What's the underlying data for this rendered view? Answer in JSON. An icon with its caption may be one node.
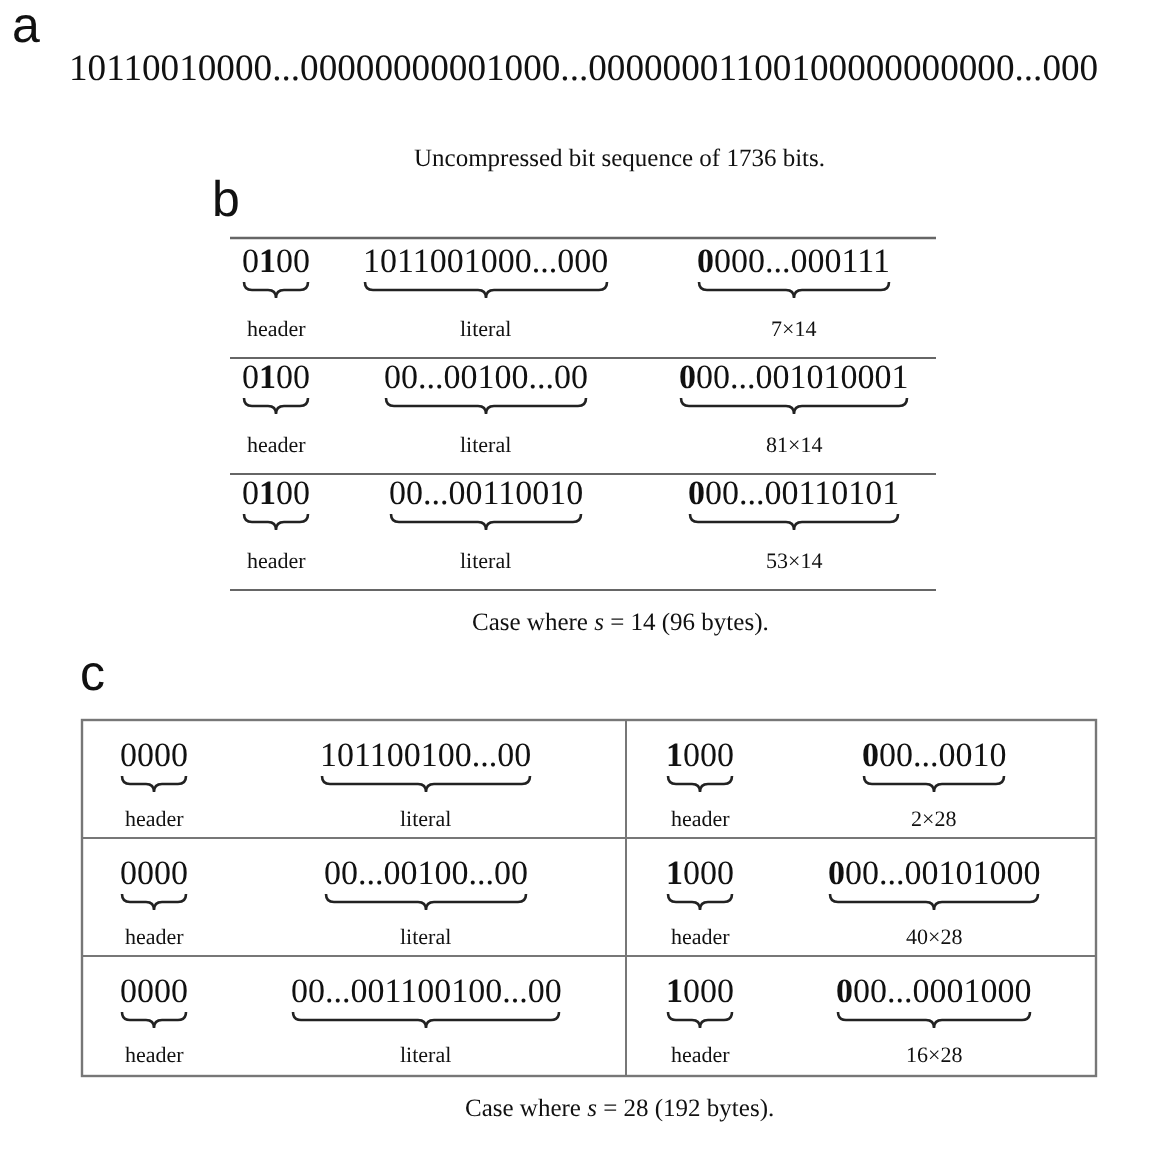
{
  "diagram": {
    "labels": [
      "a",
      "10110010000...00000000001000...00000001100100000000000...000",
      "Uncompressed bit sequence of 1736 bits.",
      "b",
      "0**1**00",
      "1011001000...000",
      "**0**000...000111",
      "header",
      "literal",
      "7×14",
      "0**1**00",
      "00...00100...00",
      "**0**00...001010001",
      "header",
      "literal",
      "81×14",
      "0**1**00",
      "00...00110010",
      "**0**00...00110101",
      "header",
      "literal",
      "53×14",
      "Case where *s* = 14 (96 bytes).",
      "c",
      "0000",
      "101100100...00",
      "**1**000",
      "**0**00...0010",
      "header",
      "literal",
      "header",
      "2×28",
      "0000",
      "00...00100...00",
      "**1**000",
      "**0**00...00101000",
      "header",
      "literal",
      "header",
      "40×28",
      "0000",
      "00...001100100...00",
      "**1**000",
      "**0**00...0001000",
      "header",
      "literal",
      "header",
      "16×28",
      "Case where *s* = 28 (192 bytes)."
    ]
  }
}
